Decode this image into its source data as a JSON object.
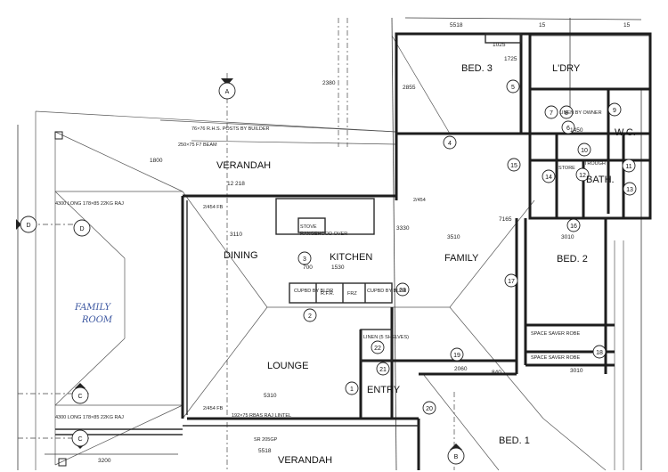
{
  "rooms": {
    "bed3": "BED. 3",
    "laundry": "L'DRY",
    "wc": "W.C.",
    "bath": "BATH.",
    "verandah_top": "VERANDAH",
    "dining": "DINING",
    "kitchen": "KITCHEN",
    "family": "FAMILY",
    "bed2": "BED. 2",
    "lounge": "LOUNGE",
    "entry": "ENTRY",
    "bed1": "BED. 1",
    "verandah_bottom": "VERANDAH",
    "family_room_1": "FAMILY",
    "family_room_2": "ROOM"
  },
  "grid_labels": {
    "a": "A",
    "d": "D",
    "c": "C",
    "b": "B"
  },
  "notes": {
    "post": "76×76 R.H.S. POSTS BY BUILDER",
    "beam": "250×75 F7 BEAM",
    "rangehood": "RANGEHOOD OVER",
    "stove": "STOVE",
    "linen_owner": "LINEN BY OWNER",
    "store": "STORE",
    "trough": "TROUGH",
    "linen_shelves": "LINEN (5 SHELVES)",
    "robe1": "SPACE SAVER ROBE",
    "robe2": "SPACE SAVER ROBE",
    "lintel": "192×75 RBAS RAJ LINTEL",
    "beam_left_top": "4300 LONG 178×85 22KG RAJ",
    "beam_left_bottom": "4300 LONG 178×85 22KG RAJ",
    "span": "SR 205GP",
    "cupbd1": "CUPBD BY BLDR",
    "cupbd2": "CUPBD BY BLDR",
    "frz": "FRZ",
    "rfr": "R.F.R.",
    "opening1": "2/454 FB",
    "opening2": "2/454 FB",
    "opening3": "2/454"
  },
  "dimensions": {
    "d5518": "5518",
    "d1025": "1025",
    "d2855": "2855",
    "d1725": "1725",
    "d15_left": "15",
    "d15_right": "15",
    "d2380": "2380",
    "d3110": "3110",
    "d1530": "1530",
    "d3510": "3510",
    "d3010": "3010",
    "d5310": "5310",
    "d3200": "3200",
    "d2060": "2060",
    "d1450": "1450",
    "d700": "700",
    "d840": "840",
    "d5518b": "5518",
    "d12_218": "12 218",
    "d7165": "7165",
    "d3010b": "3010",
    "d1800": "1800",
    "d3330": "3330"
  },
  "tags": [
    "1",
    "2",
    "3",
    "4",
    "5",
    "6",
    "7",
    "8",
    "9",
    "10",
    "11",
    "12",
    "13",
    "14",
    "15",
    "16",
    "17",
    "18",
    "19",
    "20",
    "21",
    "22",
    "23"
  ]
}
